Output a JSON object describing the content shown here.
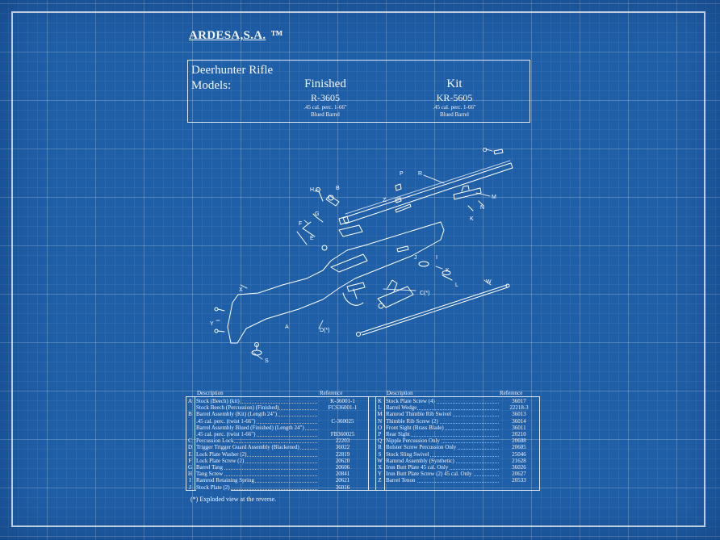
{
  "header": {
    "company": "ARDESA,S.A.",
    "trademark": "™"
  },
  "title_box": {
    "product": "Deerhunter Rifle",
    "models_label": "Models:",
    "finished": {
      "heading": "Finished",
      "code": "R-3605",
      "spec": ".45 cal. perc. 1-66\"",
      "finish": "Blued Barrel"
    },
    "kit": {
      "heading": "Kit",
      "code": "KR-5605",
      "spec": ".45 cal. perc. 1-66\"",
      "finish": "Blued Barrel"
    }
  },
  "diagram_labels": [
    "O",
    "R",
    "P",
    "M",
    "H",
    "G",
    "F",
    "E",
    "K",
    "A",
    "B",
    "I",
    "K",
    "L",
    "C(*)",
    "W",
    "D(*)",
    "X",
    "Y",
    "S",
    "Z",
    "N",
    "J"
  ],
  "parts_table": {
    "description_header": "Description",
    "reference_header": "Reference",
    "left": [
      {
        "letter": "A",
        "description": "Stock (Beech) (kit)",
        "reference": "K-36001-1"
      },
      {
        "letter": "",
        "description": "Stock Beech (Percussion) (Finished)",
        "reference": "FCS36001-1"
      },
      {
        "letter": "B",
        "description": "Barrel Assembly (Kit) (Length 24\")",
        "reference": ""
      },
      {
        "letter": "",
        "description": ".45 cal. perc. (twist 1-66\")",
        "reference": "C-360025"
      },
      {
        "letter": "",
        "description": "Barrel Assembly Blued (Finished) (Length 24\")",
        "reference": ""
      },
      {
        "letter": "",
        "description": ".45 cal. perc. (twist 1-66\")",
        "reference": "FB360025"
      },
      {
        "letter": "C",
        "description": "Percussion Lock",
        "reference": "22203"
      },
      {
        "letter": "D",
        "description": "Trigger Trigger Guard Assembly (Blackened)",
        "reference": "36022"
      },
      {
        "letter": "E",
        "description": "Lock Plate Washer (2)",
        "reference": "22819"
      },
      {
        "letter": "F",
        "description": "Lock Plate Screw (2)",
        "reference": "20620"
      },
      {
        "letter": "G",
        "description": "Barrel Tang",
        "reference": "20606"
      },
      {
        "letter": "H",
        "description": "Tang Screw",
        "reference": "20841"
      },
      {
        "letter": "I",
        "description": "Ramrod Retaining Spring",
        "reference": "20621"
      },
      {
        "letter": "J",
        "description": "Stock Plate (2)",
        "reference": "36016"
      }
    ],
    "right": [
      {
        "letter": "K",
        "description": "Stock Plate Screw (4)",
        "reference": "36017"
      },
      {
        "letter": "L",
        "description": "Barrel Wedge",
        "reference": "22218-3"
      },
      {
        "letter": "M",
        "description": "Ramrod Thimble Rib Swivel",
        "reference": "36013"
      },
      {
        "letter": "N",
        "description": "Thimble Rib Screw (2)",
        "reference": "36014"
      },
      {
        "letter": "O",
        "description": "Front Sight (Brass Blade)",
        "reference": "36011"
      },
      {
        "letter": "P",
        "description": "Rear Sight",
        "reference": "20210"
      },
      {
        "letter": "Q",
        "description": "Nipple Percussion Only",
        "reference": "20608"
      },
      {
        "letter": "R",
        "description": "Bolster Screw Percussion Only",
        "reference": "20605"
      },
      {
        "letter": "S",
        "description": "Stock Sling Swivel",
        "reference": "25046"
      },
      {
        "letter": "W",
        "description": "Ramrod Assembly (Synthetic)",
        "reference": "21628"
      },
      {
        "letter": "X",
        "description": "Iron Butt Plate 45 cal. Only",
        "reference": "36026"
      },
      {
        "letter": "Y",
        "description": "Iron Butt Plate Screw (2) 45 cal. Only",
        "reference": "20627"
      },
      {
        "letter": "Z",
        "description": "Barrel Tenon",
        "reference": "20533"
      }
    ]
  },
  "footnote": "(*)  Exploded view at the reverse."
}
